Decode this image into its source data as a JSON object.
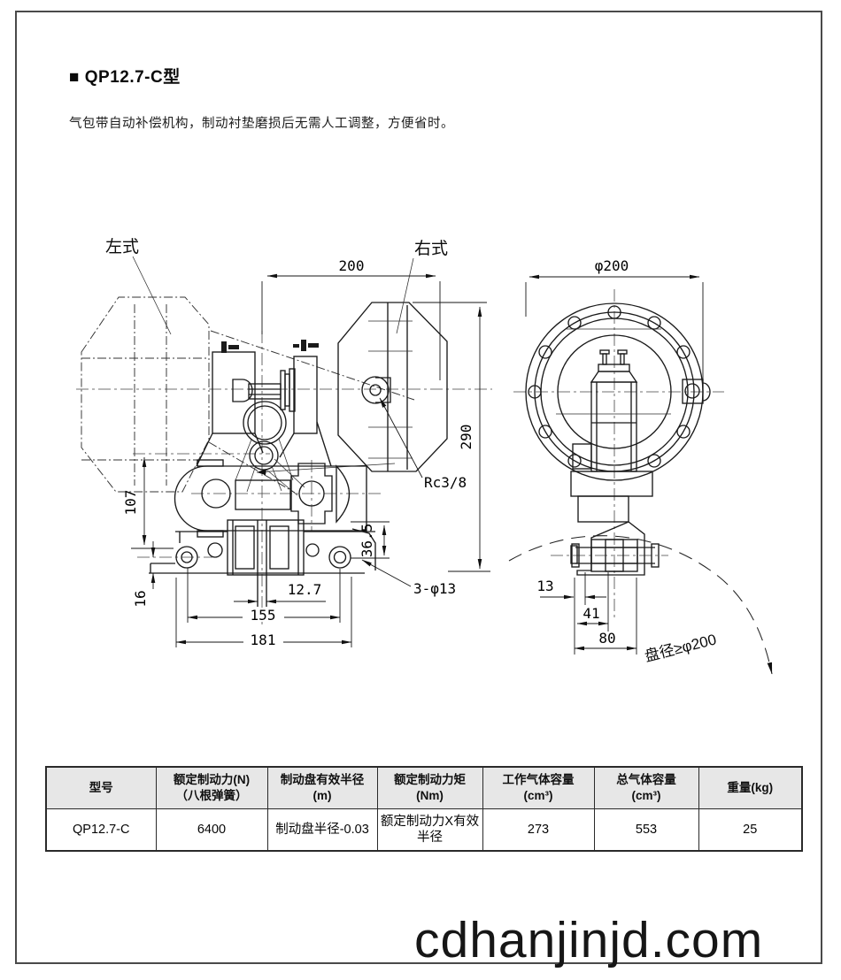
{
  "page": {
    "title": "■ QP12.7-C型",
    "description": "气包带自动补偿机构，制动衬垫磨损后无需人工调整，方便省时。",
    "watermark": "cdhanjinjd.com"
  },
  "drawing": {
    "left_view_label": "左式",
    "right_view_label": "右式",
    "dims": {
      "width_200": "200",
      "height_290": "290",
      "port": "Rc3/8",
      "h107": "107",
      "h16": "16",
      "pad_365": "36.5",
      "gap_127": "12.7",
      "span_155": "155",
      "span_181": "181",
      "mount_holes": "3-φ13",
      "flange_dia": "φ200",
      "off_13": "13",
      "off_41": "41",
      "off_80": "80",
      "disc_note": "盘径≥φ200"
    }
  },
  "table": {
    "headers": [
      [
        "型号"
      ],
      [
        "额定制动力(N)",
        "（八根弹簧）"
      ],
      [
        "制动盘有效半径",
        "(m)"
      ],
      [
        "额定制动力矩",
        "(Nm)"
      ],
      [
        "工作气体容量",
        "(cm³)"
      ],
      [
        "总气体容量",
        "(cm³)"
      ],
      [
        "重量(kg)"
      ]
    ],
    "row": [
      "QP12.7-C",
      "6400",
      "制动盘半径-0.03",
      "额定制动力X有效半径",
      "273",
      "553",
      "25"
    ]
  }
}
